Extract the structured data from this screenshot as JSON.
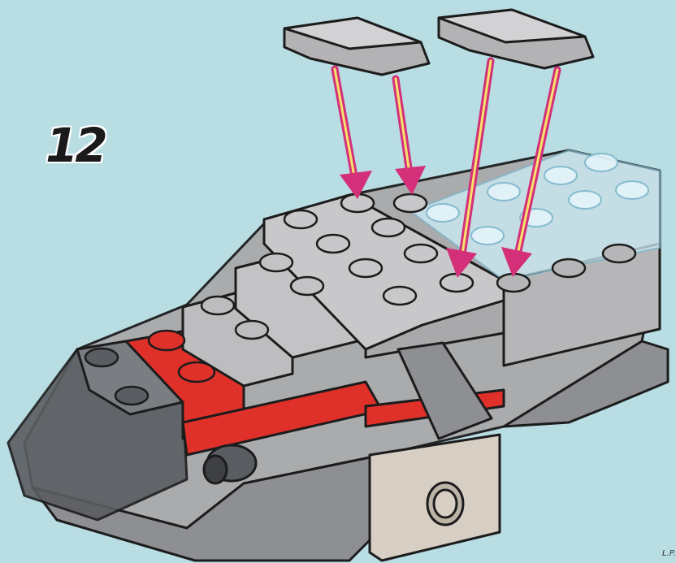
{
  "step": {
    "number": "12"
  },
  "credit": {
    "text": "L.P."
  },
  "colors": {
    "background": "#b8dde3",
    "brick_gray": "#a9a9ab",
    "brick_gray_top": "#c3c3c5",
    "brick_dark": "#5a5d61",
    "brick_red": "#e0302a",
    "brick_trans_blue": "#cfeef7",
    "brick_tan": "#d8cfc4",
    "arrow_outer": "#d4307a",
    "arrow_inner": "#f7e36a",
    "outline": "#1c1c1c"
  },
  "parts": [
    {
      "name": "curved-slope-left",
      "color": "brick_gray"
    },
    {
      "name": "curved-slope-right",
      "color": "brick_gray"
    }
  ],
  "callouts": [
    "arrow-1",
    "arrow-2",
    "arrow-3",
    "arrow-4"
  ]
}
